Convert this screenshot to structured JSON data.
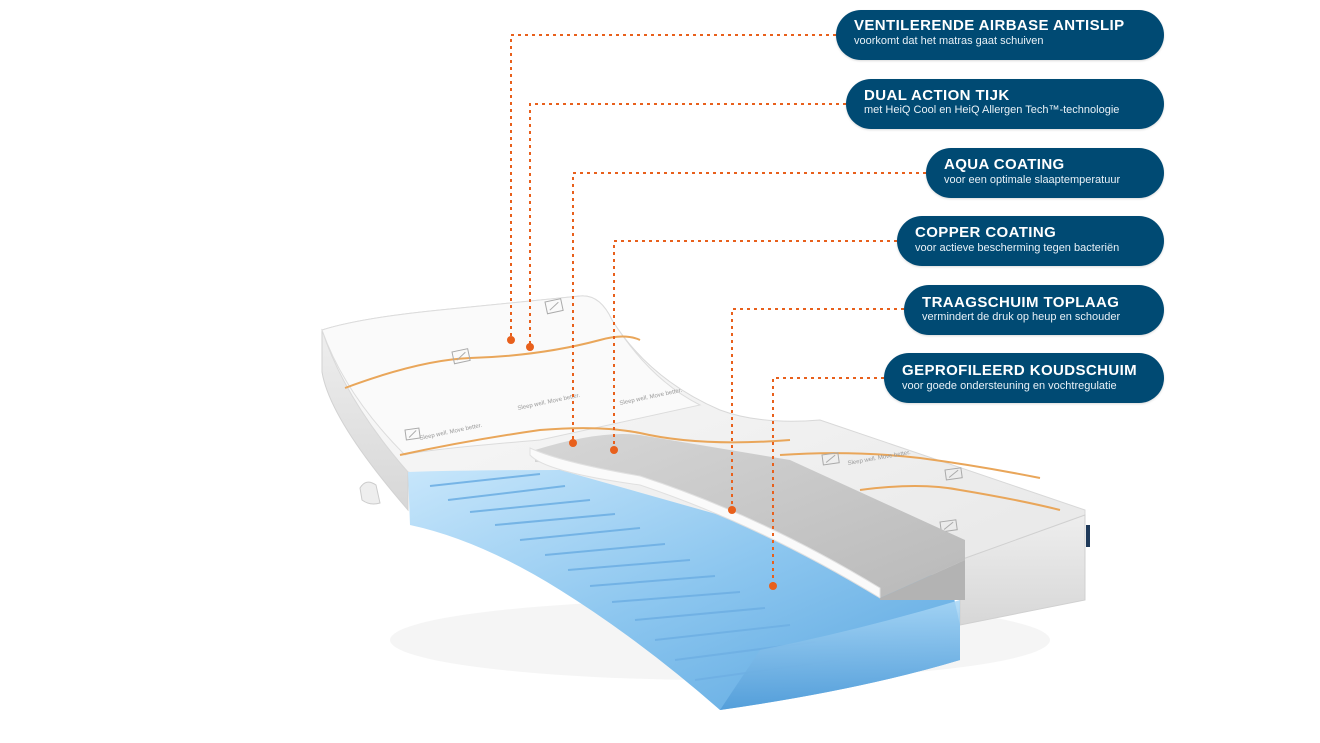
{
  "callouts": [
    {
      "title": "VENTILERENDE AIRBASE ANTISLIP",
      "subtitle": "voorkomt dat het matras gaat schuiven"
    },
    {
      "title": "DUAL ACTION TIJK",
      "subtitle": "met HeiQ Cool en HeiQ Allergen Tech™-technologie"
    },
    {
      "title": "AQUA COATING",
      "subtitle": "voor een optimale slaaptemperatuur"
    },
    {
      "title": "COPPER COATING",
      "subtitle": "voor actieve bescherming tegen bacteriën"
    },
    {
      "title": "TRAAGSCHUIM TOPLAAG",
      "subtitle": "vermindert de druk op heup en schouder"
    },
    {
      "title": "GEPROFILEERD KOUDSCHUIM",
      "subtitle": "voor goede ondersteuning en vochtregulatie"
    }
  ],
  "mattress_labels": [
    "Sleep well. Move better.",
    "Sleep well. Move better.",
    "Sleep well. Move better.",
    "Sleep well. Move better."
  ],
  "colors": {
    "callout_bg": "#004a73",
    "leader_line": "#e8601c",
    "foam_blue": "#8fc8ef",
    "memory_foam_gray": "#c9c9c9",
    "cover_white": "#f2f2f2",
    "stitch_orange": "#e9a65a"
  }
}
